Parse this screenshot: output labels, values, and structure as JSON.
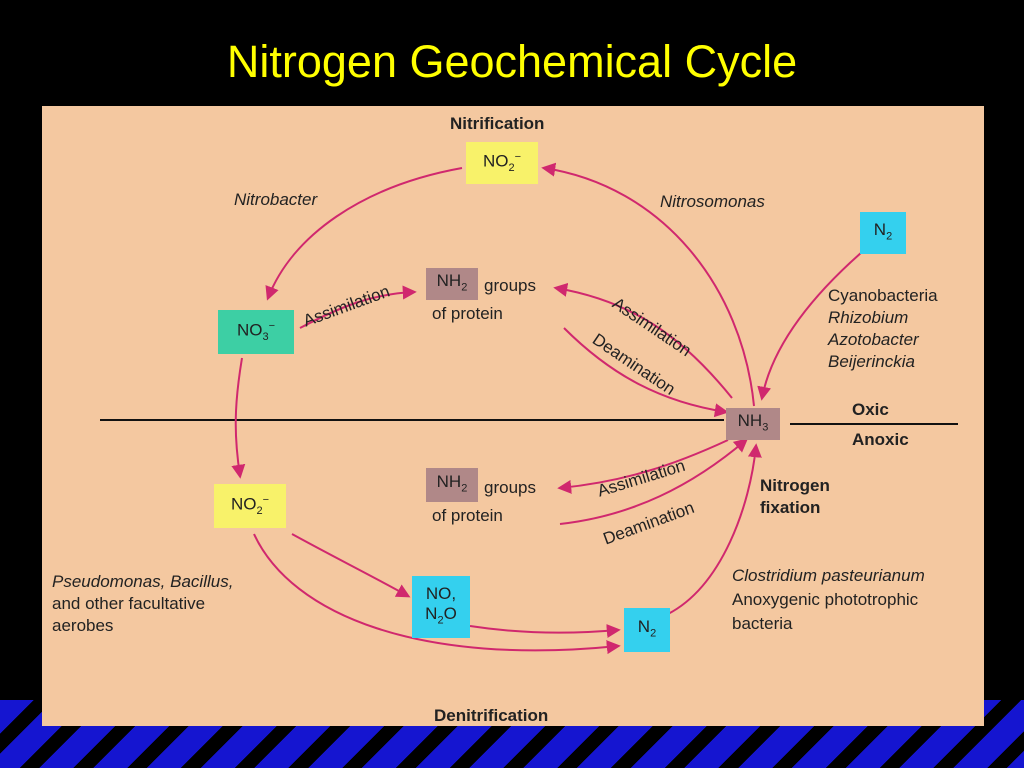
{
  "title": "Nitrogen Geochemical Cycle",
  "process_labels": {
    "nitrification": "Nitrification",
    "denitrification": "Denitrification",
    "nitrogen_fixation_line1": "Nitrogen",
    "nitrogen_fixation_line2": "fixation"
  },
  "zones": {
    "oxic": "Oxic",
    "anoxic": "Anoxic"
  },
  "species": {
    "no2_top": {
      "base": "NO",
      "sub": "2",
      "sup": "−"
    },
    "no3": {
      "base": "NO",
      "sub": "3",
      "sup": "−"
    },
    "no2_bottom": {
      "base": "NO",
      "sub": "2",
      "sup": "−"
    },
    "nh3": {
      "base": "NH",
      "sub": "3"
    },
    "n2_top": {
      "base": "N",
      "sub": "2"
    },
    "n2_bottom": {
      "base": "N",
      "sub": "2"
    },
    "no_n2o": {
      "line1": "NO,",
      "line2_base": "N",
      "line2_sub": "2",
      "line2_rest": "O"
    },
    "nh2_upper": {
      "base": "NH",
      "sub": "2"
    },
    "nh2_lower": {
      "base": "NH",
      "sub": "2"
    }
  },
  "groups_text": {
    "line1": "groups",
    "line2": "of protein"
  },
  "organisms": {
    "nitrobacter": "Nitrobacter",
    "nitrosomonas": "Nitrosomonas",
    "fixers_line1": "Cyanobacteria",
    "fixers_line2": "Rhizobium",
    "fixers_line3": "Azotobacter",
    "fixers_line4": "Beijerinckia",
    "denitrifiers_line1": "Pseudomonas, Bacillus,",
    "denitrifiers_line2": "and other facultative",
    "denitrifiers_line3": "aerobes",
    "anoxic_fixers_line1": "Clostridium pasteurianum",
    "anoxic_fixers_line2": "Anoxygenic phototrophic",
    "anoxic_fixers_line3": "bacteria"
  },
  "arrow_labels": {
    "assimilation": "Assimilation",
    "deamination": "Deamination"
  },
  "colors": {
    "title": "#ffff00",
    "panel": "#f4c8a0",
    "arrow": "#d0286e",
    "nitrite_box": "#f8f26a",
    "nitrate_box": "#3dcfa4",
    "gas_box": "#34d0ee",
    "amine_box": "#b08888"
  }
}
